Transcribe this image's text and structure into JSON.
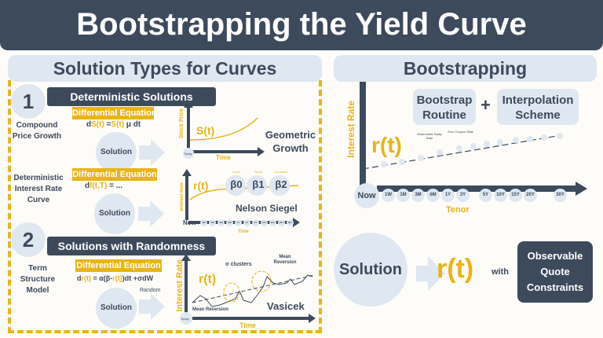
{
  "title": "Bootstrapping the Yield Curve",
  "left": {
    "header": "Solution Types for Curves",
    "section1": {
      "number": "1",
      "title": "Deterministic Solutions"
    },
    "row1": {
      "label": "Compound Price Growth",
      "de_label": "Differential Equation",
      "eq_d": "d",
      "eq_a": "S(t)",
      "eq_eq": " =",
      "eq_b": "S(t)",
      "eq_rest": " μ dt",
      "solution": "Solution",
      "ylabel": "Stock Price",
      "xlabel": "Time",
      "origin": "Today",
      "curve": "S(t)",
      "name": "Geometric Growth"
    },
    "row2": {
      "label": "Deterministic Interest Rate Curve",
      "de_label": "Differential Equation",
      "eq_d": "d",
      "eq_a": "f(t,T)",
      "eq_rest": " = ...",
      "solution": "Solution",
      "ylabel": "Interest Rate",
      "xlabel": "Time",
      "origin": "Now",
      "curve": "r(t)",
      "params": [
        {
          "label": "Level",
          "sym": "β0"
        },
        {
          "label": "Slope",
          "sym": "β1"
        },
        {
          "label": "Curvature",
          "sym": "β2"
        }
      ],
      "ticks": [
        "1W",
        "1M",
        "3M",
        "6M",
        "1Y",
        "3Y",
        "5Y",
        "10Y",
        "15Y",
        "20Y",
        "30Y"
      ],
      "name": "Nelson Siegel"
    },
    "section2": {
      "number": "2",
      "title": "Solutions with Randomness"
    },
    "row3": {
      "label": "Term Structure Model",
      "de_label": "Differential Equation",
      "eq_d": "d",
      "eq_a": "r(t)",
      "eq_mid": " = α(β-",
      "eq_b": "r(t)",
      "eq_rest": ")dt +σdW",
      "random": "Random",
      "solution": "Solution",
      "ylabel": "Interest Rate",
      "xlabel": "Time",
      "origin": "Today",
      "curve": "r(t)",
      "clusters": "σ clusters",
      "mean_rev_top": "Mean Reversion",
      "mean_rev_bottom": "Mean Reversion",
      "name": "Vasicek"
    }
  },
  "right": {
    "header": "Bootstrapping",
    "ylabel": "Interest Rate",
    "xlabel": "Tenor",
    "origin": "Now",
    "curve": "r(t)",
    "box1": "Bootstrap Routine",
    "plus": "+",
    "box2": "Interpolation Scheme",
    "note1": "Observable Swap Rate",
    "note2": "Zero Coupon Rate",
    "ticks": [
      "1W",
      "1M",
      "3M",
      "6M",
      "1Y",
      "3Y",
      "5Y",
      "10Y",
      "15Y",
      "20Y",
      "30Y"
    ]
  },
  "bottom": {
    "solution": "Solution",
    "curve": "r(t)",
    "with": "with",
    "constraints": "Observable Quote Constraints"
  },
  "colors": {
    "dark": "#3d4a5c",
    "accent": "#e8b418",
    "light": "#dfe7f0"
  }
}
